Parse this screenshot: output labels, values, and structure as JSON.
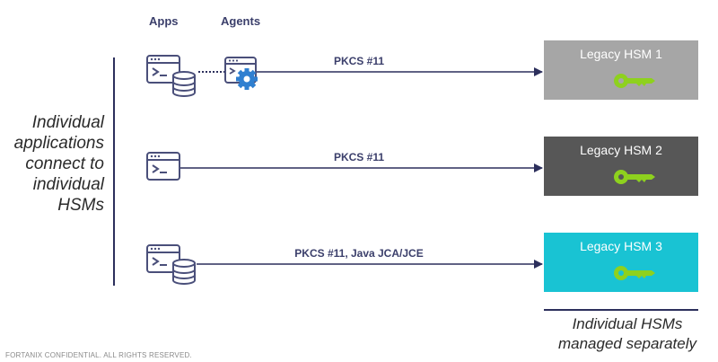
{
  "headers": {
    "apps": "Apps",
    "agents": "Agents"
  },
  "left_caption": [
    "Individual",
    "applications",
    "connect to",
    "individual",
    "HSMs"
  ],
  "connections": [
    {
      "protocol": "PKCS #11"
    },
    {
      "protocol": "PKCS #11"
    },
    {
      "protocol": "PKCS #11, Java JCA/JCE"
    }
  ],
  "hsms": [
    {
      "label": "Legacy HSM 1",
      "color": "#a6a6a6",
      "icon": "key-icon"
    },
    {
      "label": "Legacy HSM 2",
      "color": "#575757",
      "icon": "key-icon"
    },
    {
      "label": "Legacy HSM 3",
      "color": "#19c3d3",
      "icon": "key-icon"
    }
  ],
  "right_caption": [
    "Individual HSMs",
    "managed separately"
  ],
  "footer": "FORTANIX CONFIDENTIAL. ALL RIGHTS RESERVED.",
  "colors": {
    "navy": "#2c2f5c",
    "key_green": "#8ed11e",
    "icon_outline": "#4a4f7a",
    "gear_blue": "#2f7fd0"
  }
}
